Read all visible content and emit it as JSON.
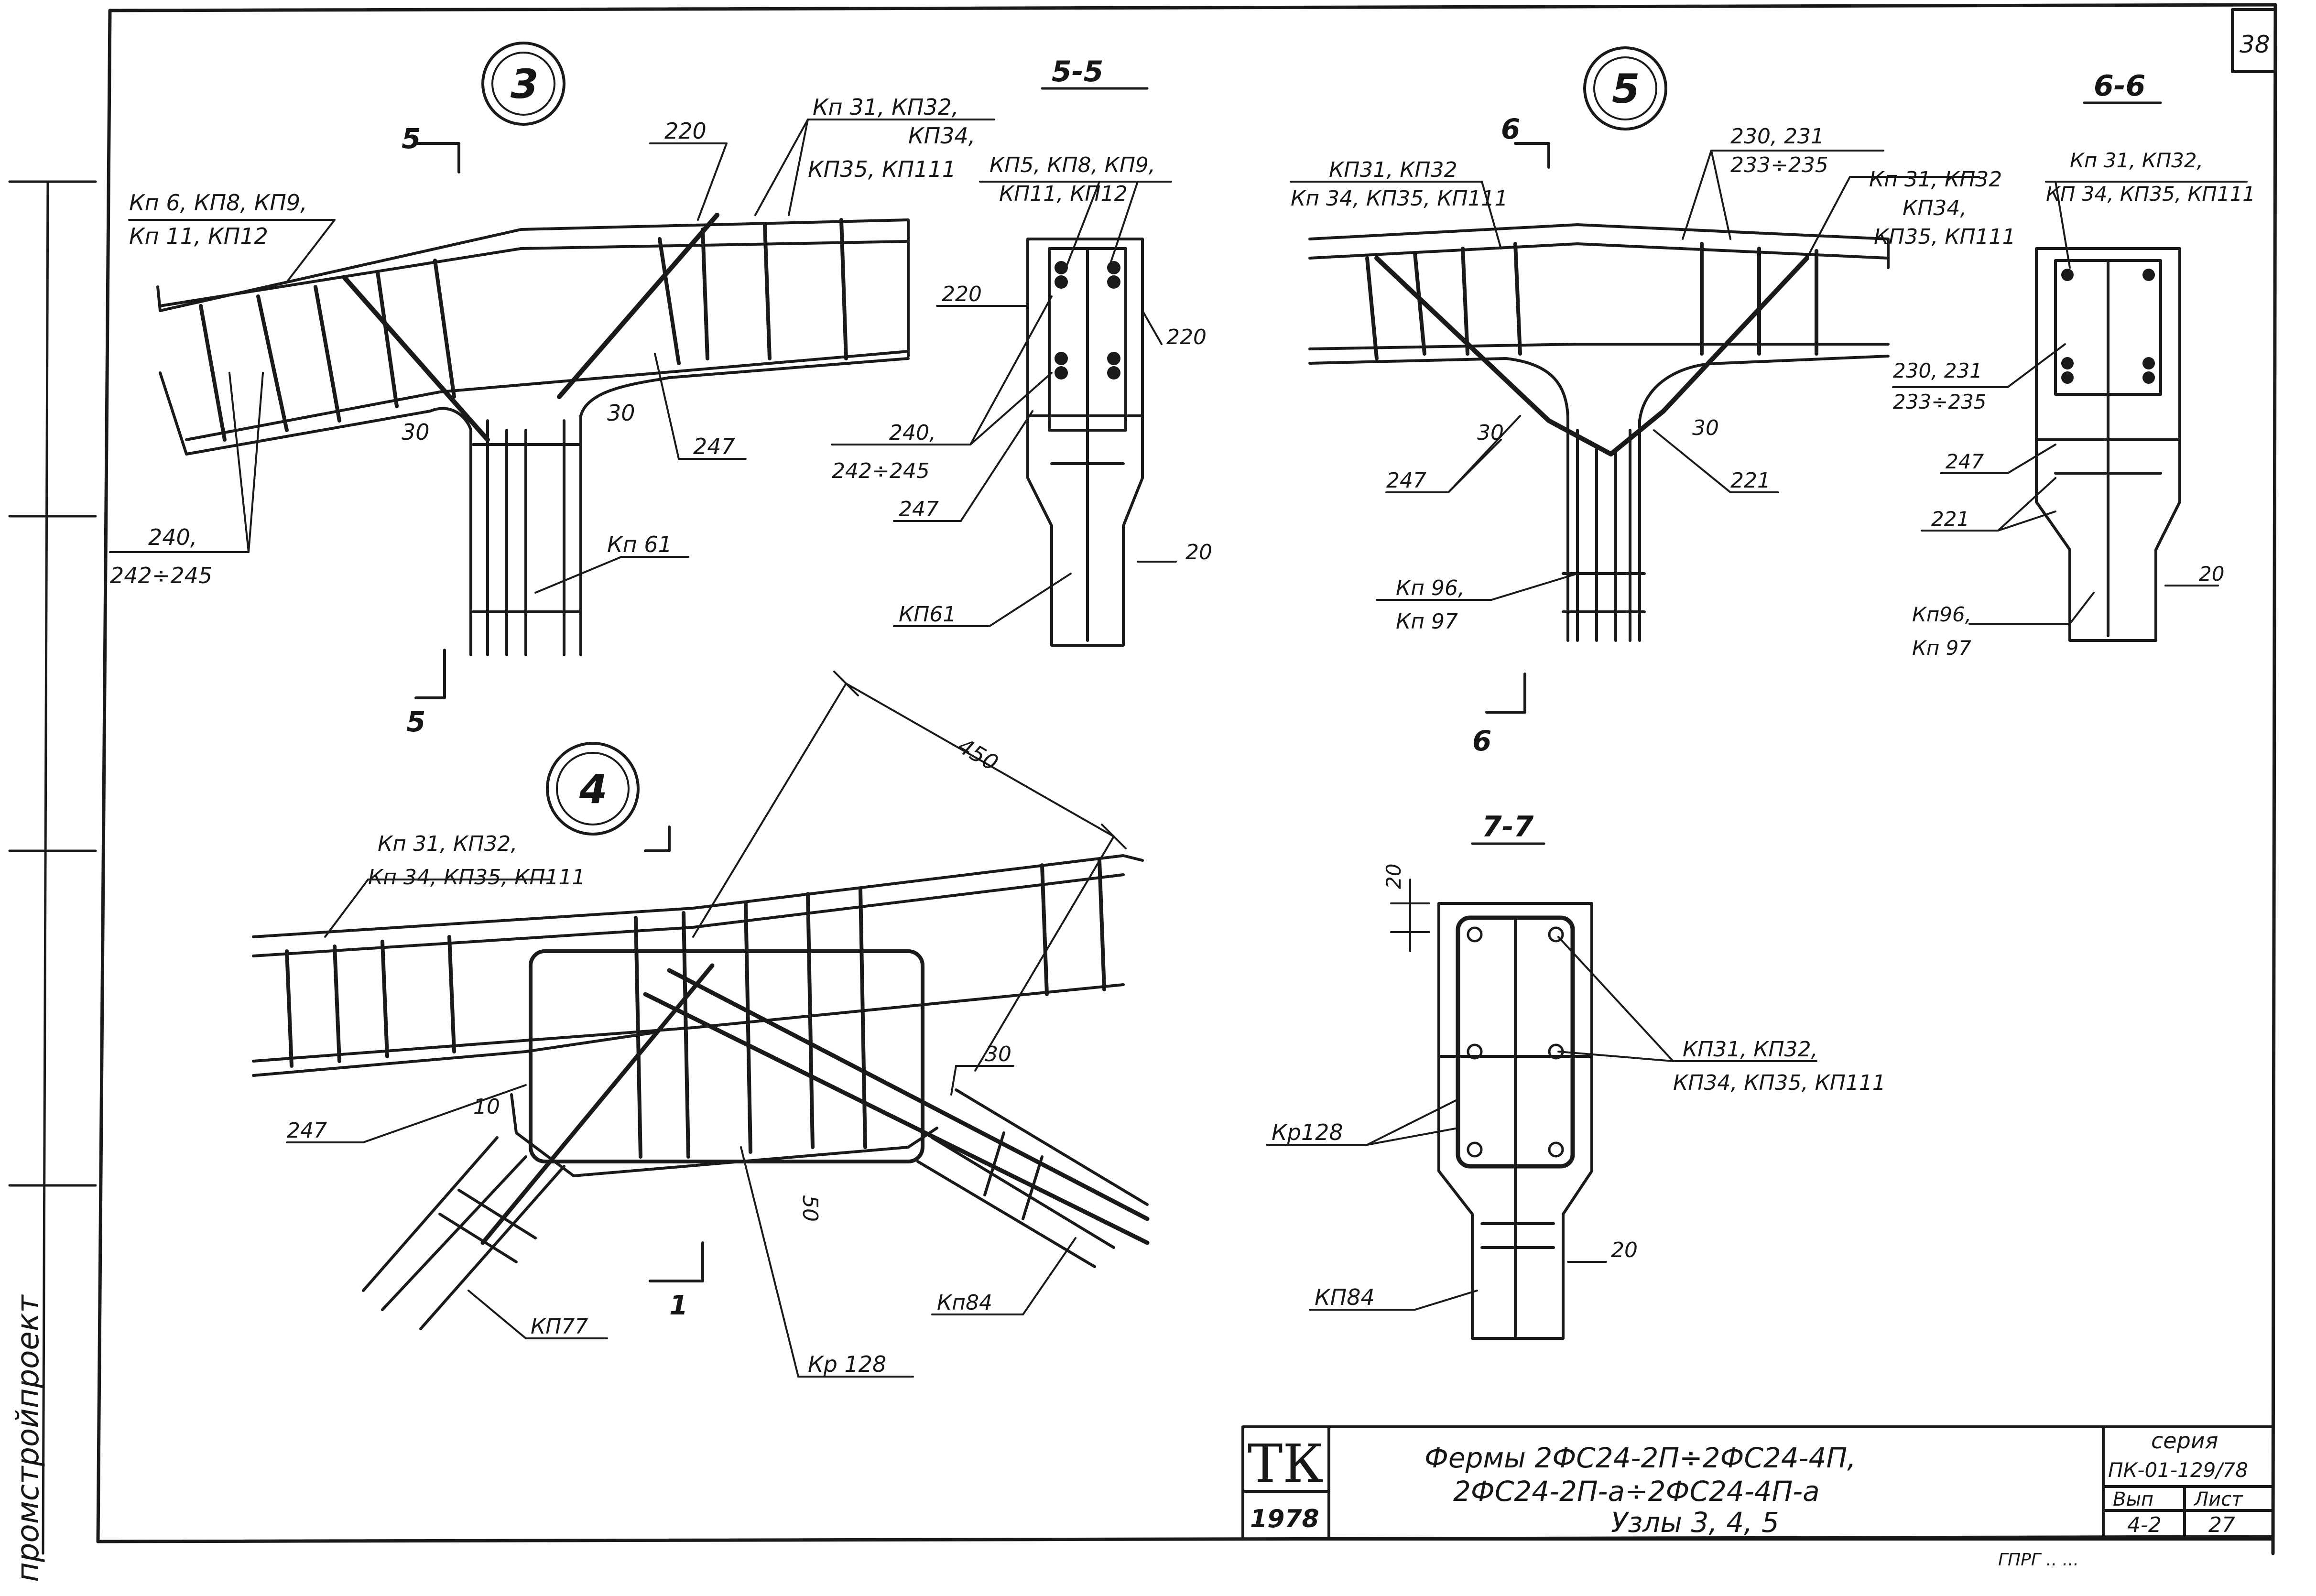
{
  "sheet": {
    "sheet_number": "38",
    "org_stamp": "промстройпроект",
    "bottom_fragment": "ГПРГ  ..  ..."
  },
  "node3": {
    "marker": "3",
    "section_top": "5",
    "section_bottom": "5",
    "labels": {
      "kp6_l1": "Кп 6, КП8, КП9,",
      "kp6_l2": "Кп 11, КП12",
      "n220": "220",
      "kp31_l1": "Кп 31, КП32,",
      "kp31_l2": "КП34,",
      "kp31_l3": "КП35, КП111",
      "n30a": "30",
      "n30b": "30",
      "n247": "247",
      "n240_l1": "240,",
      "n240_l2": "242÷245",
      "kp61": "Кп 61"
    }
  },
  "sec55": {
    "title": "5-5",
    "labels": {
      "kp5_l1": "КП5, КП8, КП9,",
      "kp5_l2": "КП11, КП12",
      "n220a": "220",
      "n220b": "220",
      "n240_l1": "240,",
      "n240_l2": "242÷245",
      "n247": "247",
      "n20": "20",
      "kp61": "КП61"
    }
  },
  "node5": {
    "marker": "5",
    "section_top": "6",
    "section_bottom": "6",
    "labels": {
      "kp31a_l1": "КП31, КП32",
      "kp31a_l2": "Кп 34, КП35, КП111",
      "n230_l1": "230, 231",
      "n230_l2": "233÷235",
      "kp31b_l1": "Кп 31, КП32",
      "kp31b_l2": "КП34,",
      "kp31b_l3": "КП35, КП111",
      "n30a": "30",
      "n30b": "30",
      "n247": "247",
      "n221": "221",
      "kp96_l1": "Кп 96,",
      "kp96_l2": "Кп 97"
    }
  },
  "sec66": {
    "title": "6-6",
    "labels": {
      "kp31_l1": "Кп 31, КП32,",
      "kp31_l2": "КП 34, КП35, КП111",
      "n230_l1": "230, 231",
      "n230_l2": "233÷235",
      "n247": "247",
      "n221": "221",
      "n20": "20",
      "kp96_l1": "Кп96,",
      "kp96_l2": "Кп 97"
    }
  },
  "node4": {
    "marker": "4",
    "section": "1",
    "labels": {
      "dim450": "450",
      "kp31_l1": "Кп 31, КП32,",
      "kp31_l2": "Кп 34, КП35, КП111",
      "n10": "10",
      "n247": "247",
      "n30": "30",
      "n50": "50",
      "kp77": "КП77",
      "kp84": "Кп84",
      "kr128": "Кр 128"
    }
  },
  "sec77": {
    "title": "7-7",
    "labels": {
      "n20a": "20",
      "kp31_l1": "КП31, КП32,",
      "kp31_l2": "КП34, КП35, КП111",
      "kr128": "Кр128",
      "n20b": "20",
      "kp84": "КП84"
    }
  },
  "title_block": {
    "org_mark": "ТК",
    "year": "1978",
    "title_l1": "Фермы 2ФС24-2П÷2ФС24-4П,",
    "title_l2": "2ФС24-2П-а÷2ФС24-4П-а",
    "title_l3": "Узлы 3, 4, 5",
    "series_label": "серия",
    "series_value": "ПК-01-129/78",
    "issue_label": "Вып",
    "issue_value": "4-2",
    "sheet_label": "Лист",
    "sheet_value": "27"
  }
}
